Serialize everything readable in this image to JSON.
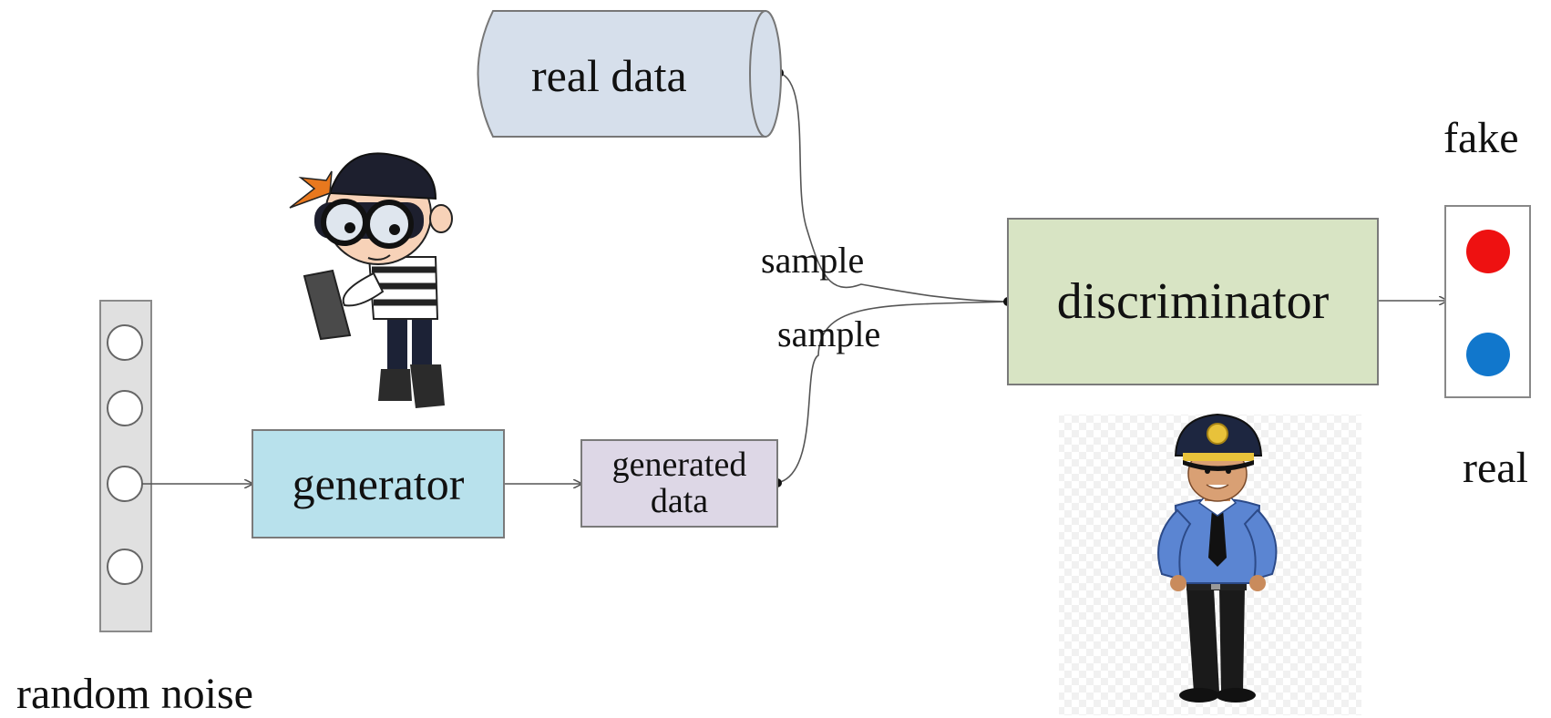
{
  "diagram": {
    "real_data_label": "real data",
    "generator_label": "generator",
    "generated_data_label_line1": "generated",
    "generated_data_label_line2": "data",
    "discriminator_label": "discriminator",
    "sample_top_label": "sample",
    "sample_bottom_label": "sample",
    "fake_label": "fake",
    "real_label": "real",
    "random_noise_label": "random noise"
  },
  "colors": {
    "real_data_fill": "#d6dfeb",
    "generator_fill": "#b8e1ec",
    "generated_data_fill": "#ddd7e6",
    "discriminator_fill": "#d8e4c4",
    "noise_bar_fill": "#e0e0e0",
    "fake_dot": "#ee1111",
    "real_dot": "#1177cc"
  },
  "icons": {
    "thief": "thief-cartoon-icon",
    "police": "police-officer-cartoon-icon"
  }
}
